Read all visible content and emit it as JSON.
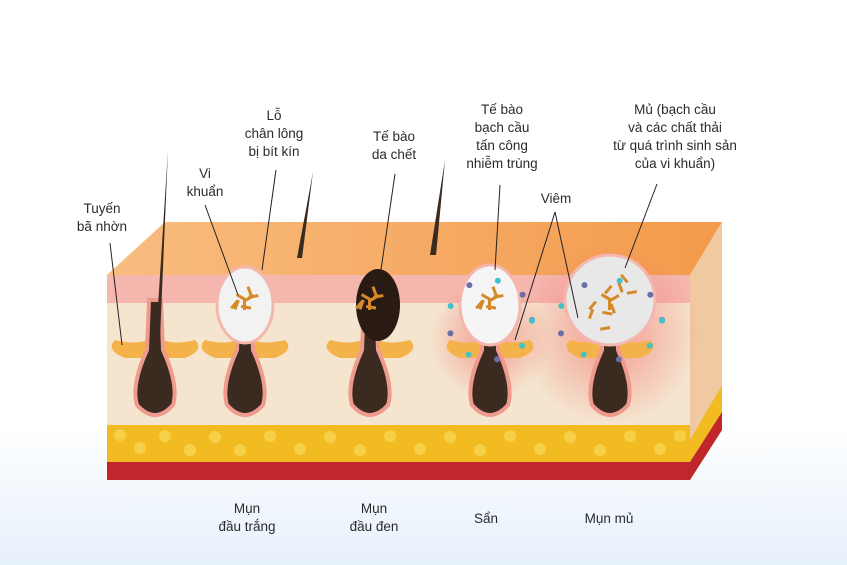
{
  "labels": {
    "sebaceous_gland": "Tuyến\nbã nhờn",
    "bacteria": "Vi\nkhuẩn",
    "clogged_pore": "Lỗ\nchân lông\nbị bít kín",
    "dead_skin_cells": "Tế bào\nda chết",
    "white_blood_cells": "Tế bào\nbạch cầu\ntấn công\nnhiễm trùng",
    "inflammation": "Viêm",
    "pus": "Mủ (bạch cầu\nvà các chất thải\ntừ quá trình sinh sản\ncủa vi khuẩn)"
  },
  "stages": [
    {
      "label": "Mụn\nđầu trắng"
    },
    {
      "label": "Mụn\nđầu đen"
    },
    {
      "label": "Sẩn"
    },
    {
      "label": "Mụn mủ"
    }
  ],
  "colors": {
    "epidermis_top": "#f7a75c",
    "epidermis_band": "#f4b6ad",
    "dermis": "#f5e5cf",
    "fat": "#f2bb22",
    "muscle": "#c0272d",
    "follicle": "#3a2a20",
    "inflammation_glow": "#f25a5a"
  }
}
